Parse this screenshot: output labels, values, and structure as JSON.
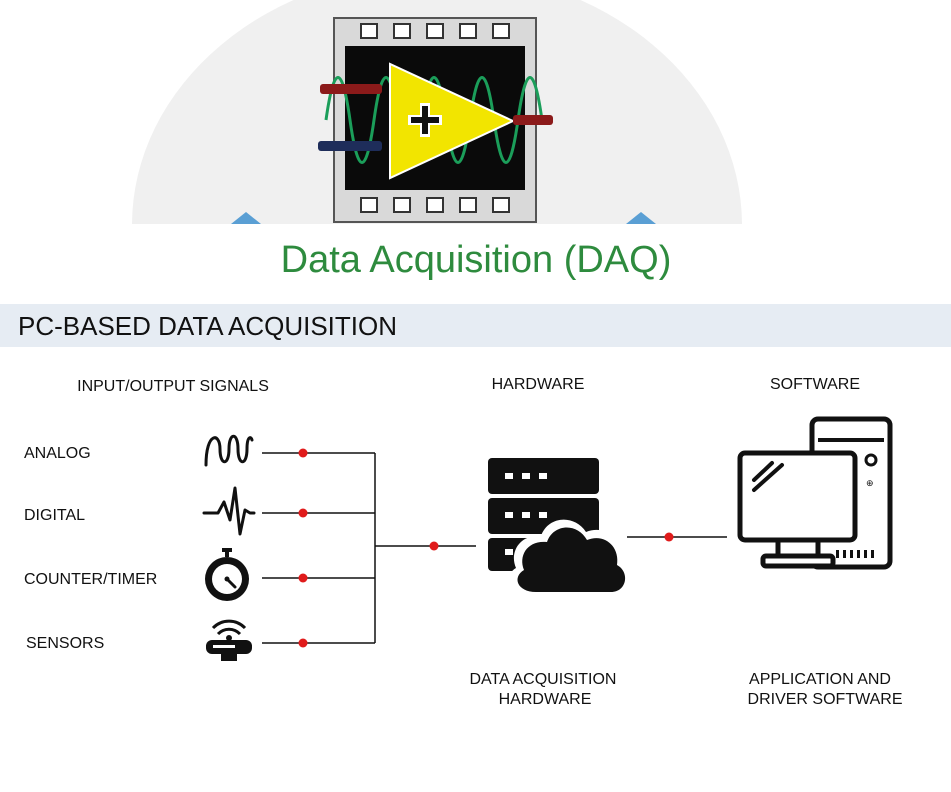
{
  "page": {
    "title": "Data Acquisition (DAQ)"
  },
  "section": {
    "heading": "PC-BASED DATA ACQUISITION"
  },
  "columns": {
    "signals": "INPUT/OUTPUT SIGNALS",
    "hardware": "HARDWARE",
    "software": "SOFTWARE"
  },
  "signals": [
    {
      "label": "ANALOG",
      "icon": "sine-wave-icon"
    },
    {
      "label": "DIGITAL",
      "icon": "pulse-icon"
    },
    {
      "label": "COUNTER/TIMER",
      "icon": "stopwatch-icon"
    },
    {
      "label": "SENSORS",
      "icon": "sensor-icon"
    }
  ],
  "captions": {
    "hardware_line1": "DATA ACQUISITION",
    "hardware_line2": "HARDWARE",
    "software_line1": "APPLICATION AND",
    "software_line2": "DRIVER SOFTWARE"
  },
  "colors": {
    "title_green": "#2e8b3e",
    "band": "#e6ecf3",
    "node_red": "#e01b1b",
    "logo_yellow": "#f2e500",
    "logo_wave": "#1b9e5a",
    "logo_dark_red": "#8b1a1a",
    "logo_navy": "#1e2d5a"
  }
}
